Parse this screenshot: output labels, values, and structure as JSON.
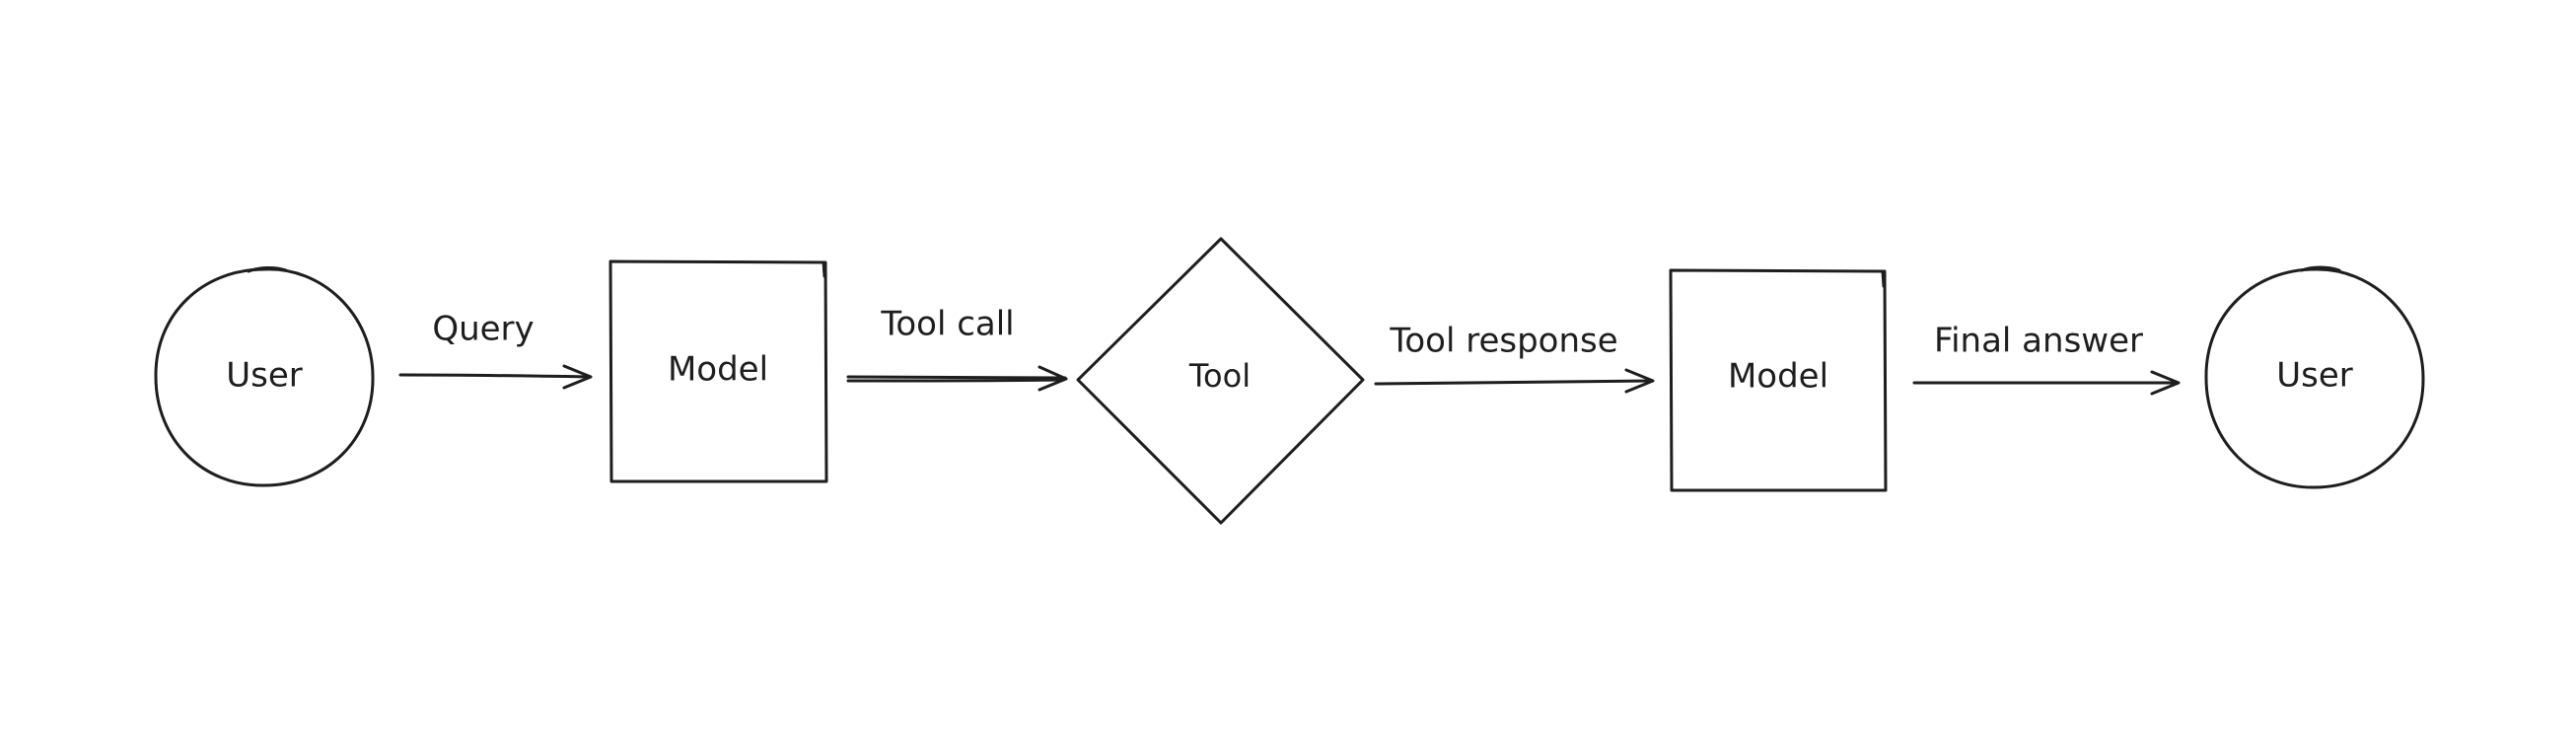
{
  "nodes": [
    {
      "id": "user-start",
      "shape": "circle",
      "label": "User"
    },
    {
      "id": "model-1",
      "shape": "rectangle",
      "label": "Model"
    },
    {
      "id": "tool",
      "shape": "diamond",
      "label": "Tool"
    },
    {
      "id": "model-2",
      "shape": "rectangle",
      "label": "Model"
    },
    {
      "id": "user-end",
      "shape": "circle",
      "label": "User"
    }
  ],
  "edges": [
    {
      "from": "user-start",
      "to": "model-1",
      "label": "Query"
    },
    {
      "from": "model-1",
      "to": "tool",
      "label": "Tool call"
    },
    {
      "from": "tool",
      "to": "model-2",
      "label": "Tool response"
    },
    {
      "from": "model-2",
      "to": "user-end",
      "label": "Final answer"
    }
  ],
  "colors": {
    "stroke": "#1e1e1e",
    "background": "#ffffff"
  }
}
